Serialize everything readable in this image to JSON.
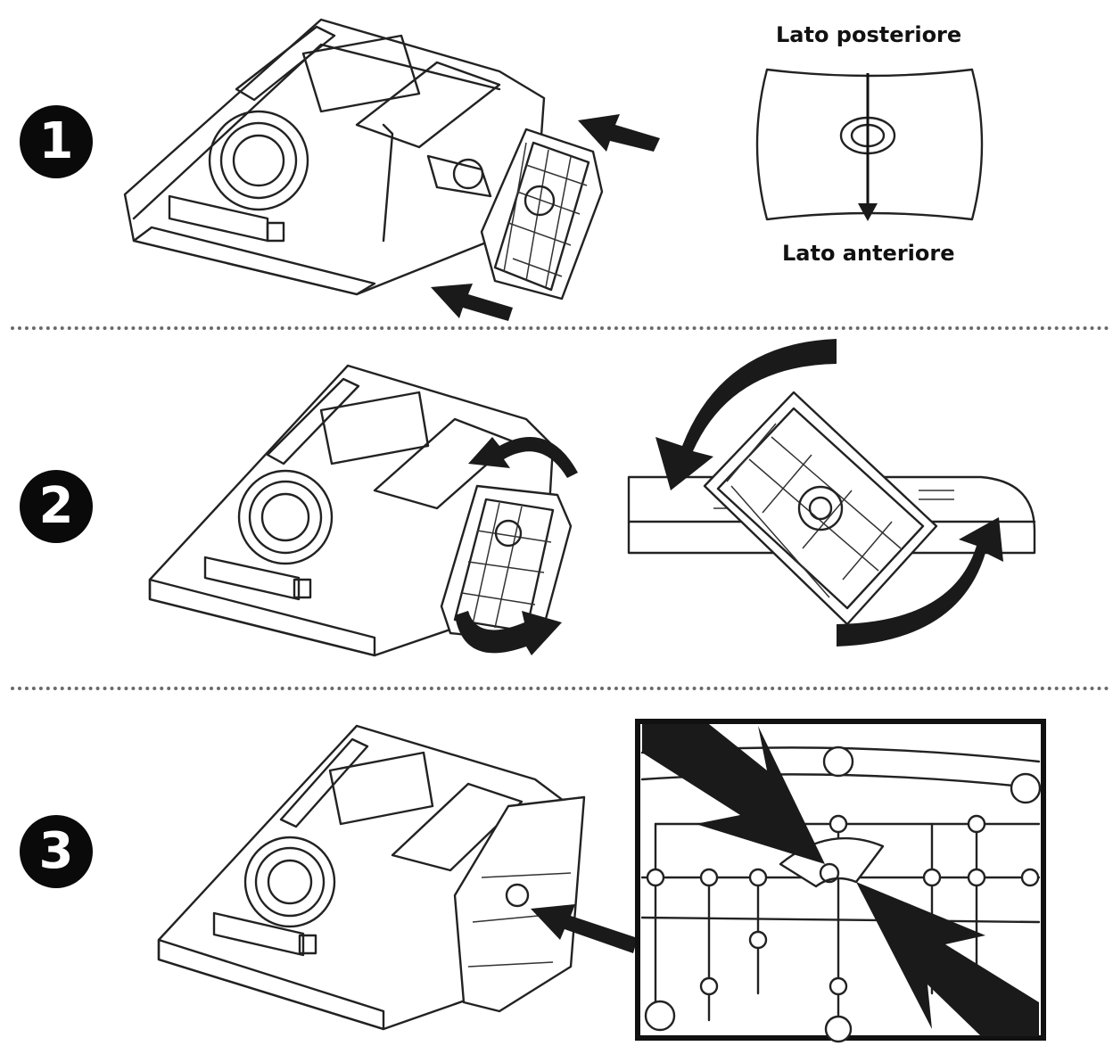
{
  "steps": [
    {
      "number": "1"
    },
    {
      "number": "2"
    },
    {
      "number": "3"
    }
  ],
  "orientation": {
    "top_label": "Lato posteriore",
    "bottom_label": "Lato anteriore"
  },
  "icons": {
    "monitor": "monitor-back-illustration",
    "stand_base": "stand-base-illustration",
    "arrow": "direction-arrow",
    "rotate": "rotate-arrow"
  },
  "colors": {
    "ink": "#111111",
    "background": "#ffffff",
    "divider": "#6a6a6a"
  }
}
